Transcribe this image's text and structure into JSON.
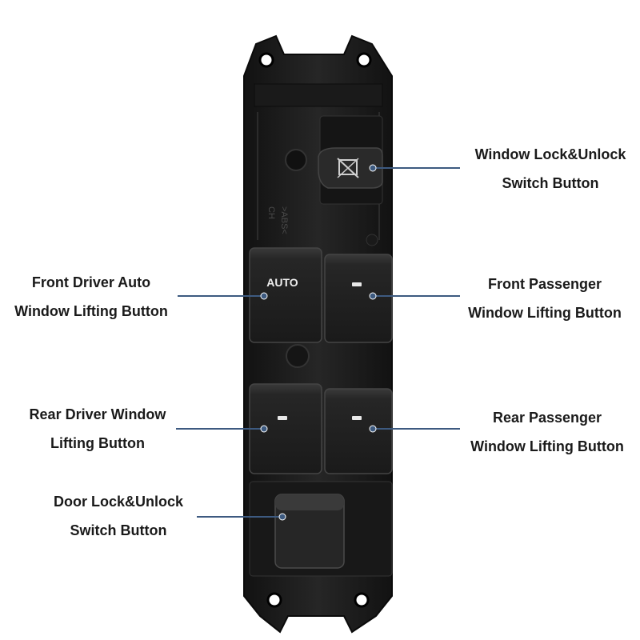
{
  "labels": {
    "window_lock": [
      "Window Lock&Unlock",
      "Switch Button"
    ],
    "front_driver": [
      "Front Driver Auto",
      "Window Lifting Button"
    ],
    "front_passenger": [
      "Front Passenger",
      "Window Lifting Button"
    ],
    "rear_driver": [
      "Rear Driver Window",
      "Lifting Button"
    ],
    "rear_passenger": [
      "Rear Passenger",
      "Window Lifting Button"
    ],
    "door_lock": [
      "Door Lock&Unlock",
      "Switch Button"
    ]
  },
  "switch_text": {
    "auto_label": "AUTO",
    "side_mark": ">ABS<",
    "side_mark_2": "CH"
  },
  "colors": {
    "leader_line": "#3d5a80",
    "dot": "#3d5a80",
    "body": "#1c1c1c"
  }
}
